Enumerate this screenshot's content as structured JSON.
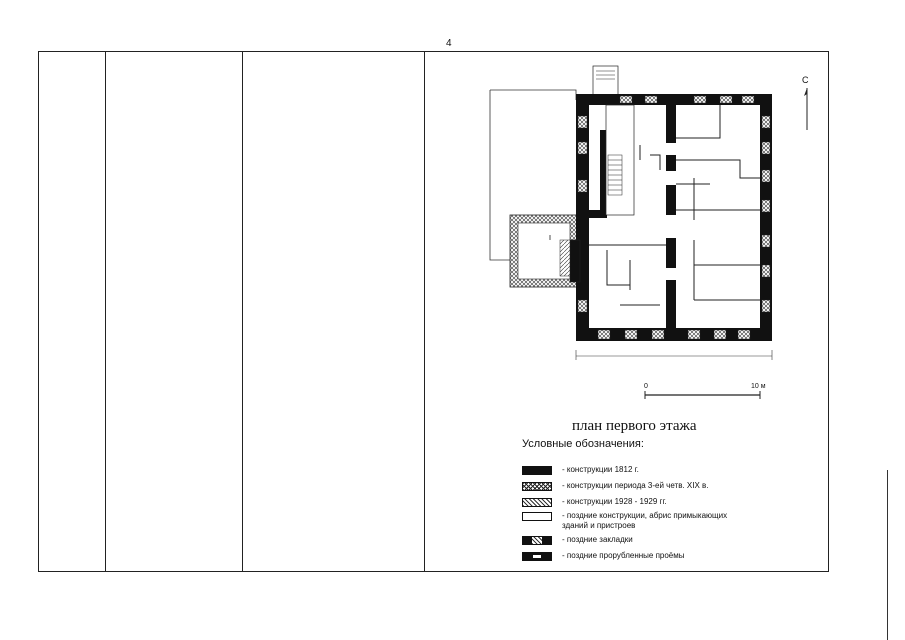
{
  "page": {
    "number": "4"
  },
  "plan": {
    "title": "план первого этажа",
    "north_label": "С",
    "scale": {
      "start_label": "0",
      "end_label": "10 м"
    }
  },
  "legend": {
    "heading": "Условные обозначения:",
    "items": [
      {
        "swatch": "black-fill",
        "text": "- конструкции 1812 г."
      },
      {
        "swatch": "cross-hatch",
        "text": "- конструкции периода 3-ей четв. XIX в."
      },
      {
        "swatch": "diagonal-hatch",
        "text": "- конструкции 1928 - 1929 гг."
      },
      {
        "swatch": "white-fill",
        "text": "- поздние конструкции, абрис примыкающих зданий и пристроев"
      },
      {
        "swatch": "infill",
        "text": "- поздние закладки"
      },
      {
        "swatch": "cut-opening",
        "text": "- поздние прорубленные проёмы"
      }
    ]
  },
  "colors": {
    "wall_1812": "#111111",
    "outline": "#222222",
    "background": "#ffffff"
  }
}
